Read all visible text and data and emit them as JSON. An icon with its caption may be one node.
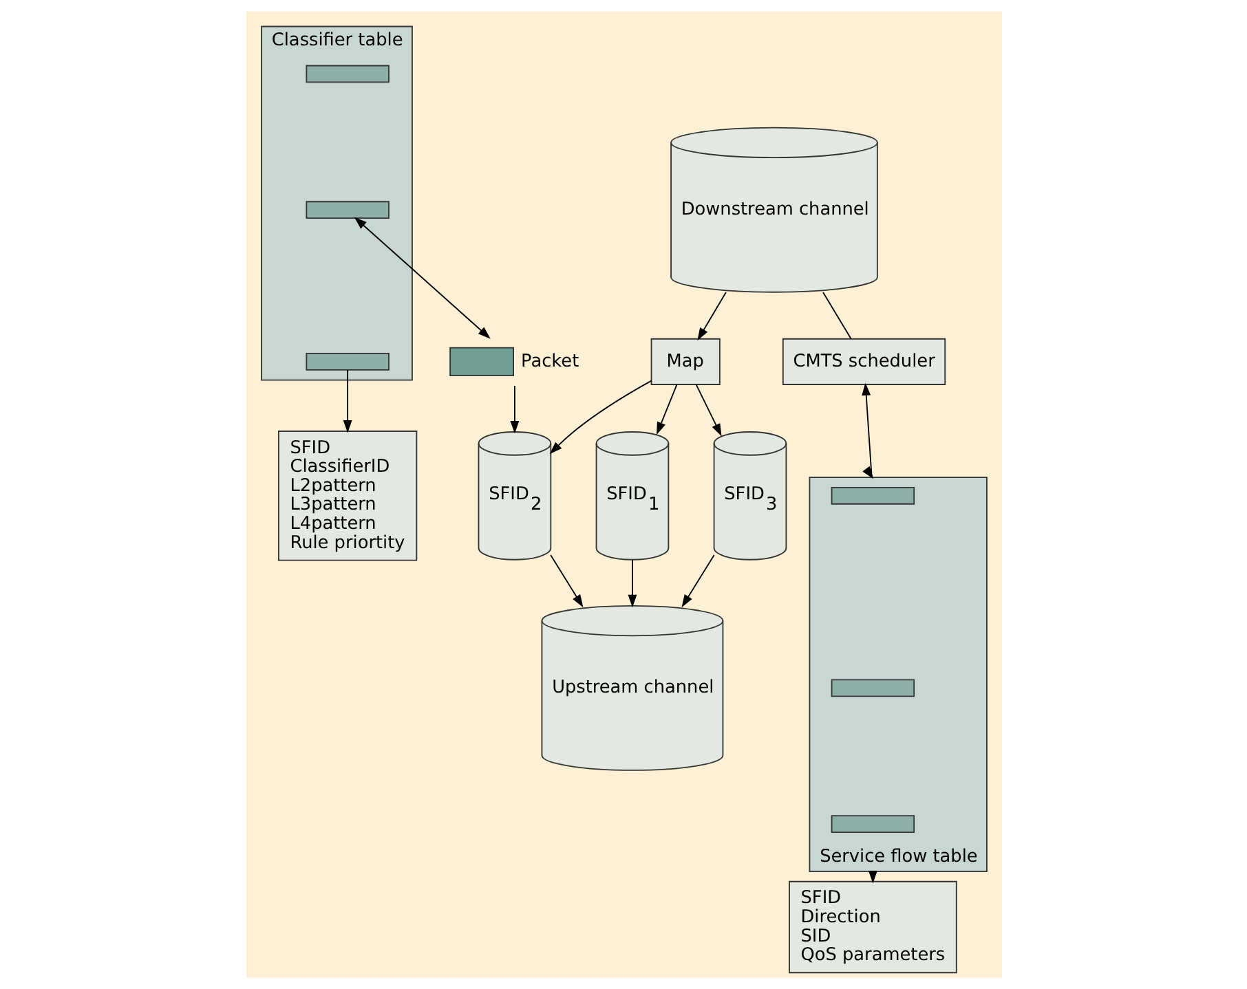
{
  "diagram": {
    "nodes": [
      {
        "text": [
          "Classifier table"
        ]
      },
      {
        "text": [],
        "shape": "bar",
        "in": 0
      },
      {
        "text": [],
        "shape": "bar",
        "in": 0
      },
      {
        "text": [],
        "shape": "bar",
        "in": 0
      },
      {
        "text": [],
        "shape": "box",
        "beside": [
          "Packet"
        ]
      },
      {
        "text": [
          "SFID",
          "ClassifierID",
          "L2pattern",
          "L3pattern",
          "L4pattern",
          "Rule priortity"
        ]
      },
      {
        "text": [
          "Map"
        ]
      },
      {
        "text": [
          "SFID$_{1}$"
        ]
      },
      {
        "text": [
          "SFID$_{2}$"
        ]
      },
      {
        "text": [
          "SFID$_{3}$"
        ]
      },
      {
        "text": [
          "Upstream channel"
        ]
      },
      {
        "text": [
          "Downstream channel"
        ]
      },
      {
        "text": [
          "SFID",
          "Direction",
          "SID",
          "QoS parameters"
        ]
      },
      {
        "text": [
          "Service flow table"
        ]
      },
      {
        "text": [],
        "shape": "bar",
        "in": 13
      },
      {
        "text": [],
        "shape": "bar",
        "in": 13
      },
      {
        "text": [],
        "shape": "bar",
        "in": 13
      },
      {
        "text": [
          "CMTS scheduler"
        ]
      }
    ],
    "edges": [
      {
        "from": 2,
        "to": 4,
        "arrow": "both"
      },
      {
        "from": 4,
        "to": 8,
        "arrow": "to"
      },
      {
        "from": 3,
        "to": 5,
        "arrow": "to"
      },
      {
        "from": 6,
        "to": 7,
        "arrow": "to"
      },
      {
        "from": 6,
        "to": 8,
        "arrow": "to"
      },
      {
        "from": 6,
        "to": 9,
        "arrow": "to"
      },
      {
        "from": 7,
        "to": 10,
        "arrow": "to"
      },
      {
        "from": 8,
        "to": 10,
        "arrow": "to"
      },
      {
        "from": 9,
        "to": 10,
        "arrow": "to"
      },
      {
        "from": 11,
        "to": 6,
        "arrow": "to"
      },
      {
        "from": 11,
        "to": 17,
        "arrow": "none"
      },
      {
        "from": 17,
        "to": 13,
        "arrow": "both"
      },
      {
        "from": 13,
        "to": 12,
        "arrow": "to"
      }
    ]
  }
}
